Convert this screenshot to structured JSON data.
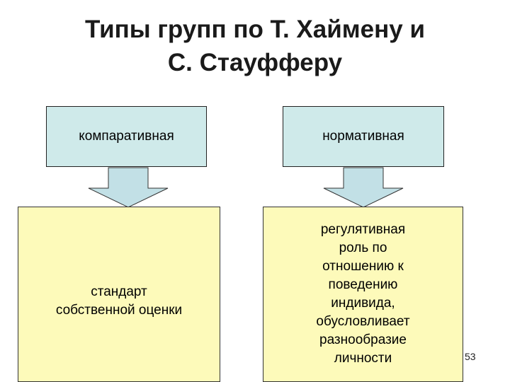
{
  "title": {
    "line1": "Типы групп по Т. Хаймену и",
    "line2": "С. Стауфферу"
  },
  "left": {
    "type_label": "компаративная",
    "description": "стандарт\nсобственной оценки"
  },
  "right": {
    "type_label": "нормативная",
    "description": "регулятивная\nроль по\nотношению к\nповедению\nиндивида,\nобусловливает\nразнообразие\nличности"
  },
  "slide_number": "53",
  "colors": {
    "top_box_fill": "#cfeaea",
    "bottom_box_fill": "#fdfaba",
    "arrow_fill": "#c2e0e6"
  }
}
